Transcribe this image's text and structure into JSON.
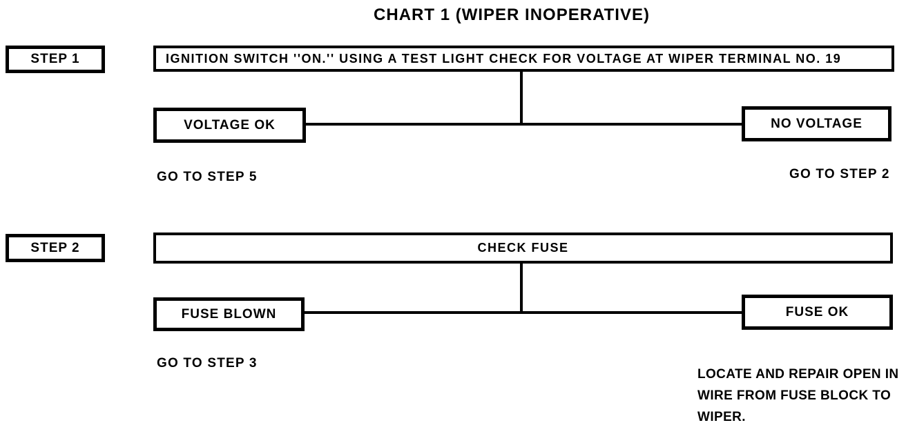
{
  "title": "CHART 1 (WIPER INOPERATIVE)",
  "colors": {
    "ink": "#000000",
    "paper": "#ffffff"
  },
  "steps": [
    {
      "label": "STEP 1",
      "question": "IGNITION SWITCH ''ON.'' USING A TEST LIGHT CHECK FOR VOLTAGE AT WIPER TERMINAL NO. 19",
      "left_outcome": "VOLTAGE OK",
      "left_action": "GO TO STEP 5",
      "right_outcome": "NO VOLTAGE",
      "right_action": "GO TO STEP 2"
    },
    {
      "label": "STEP 2",
      "question": "CHECK FUSE",
      "left_outcome": "FUSE BLOWN",
      "left_action": "GO TO STEP 3",
      "right_outcome": "FUSE OK",
      "right_action": "LOCATE AND REPAIR OPEN IN WIRE FROM FUSE BLOCK TO WIPER."
    }
  ]
}
